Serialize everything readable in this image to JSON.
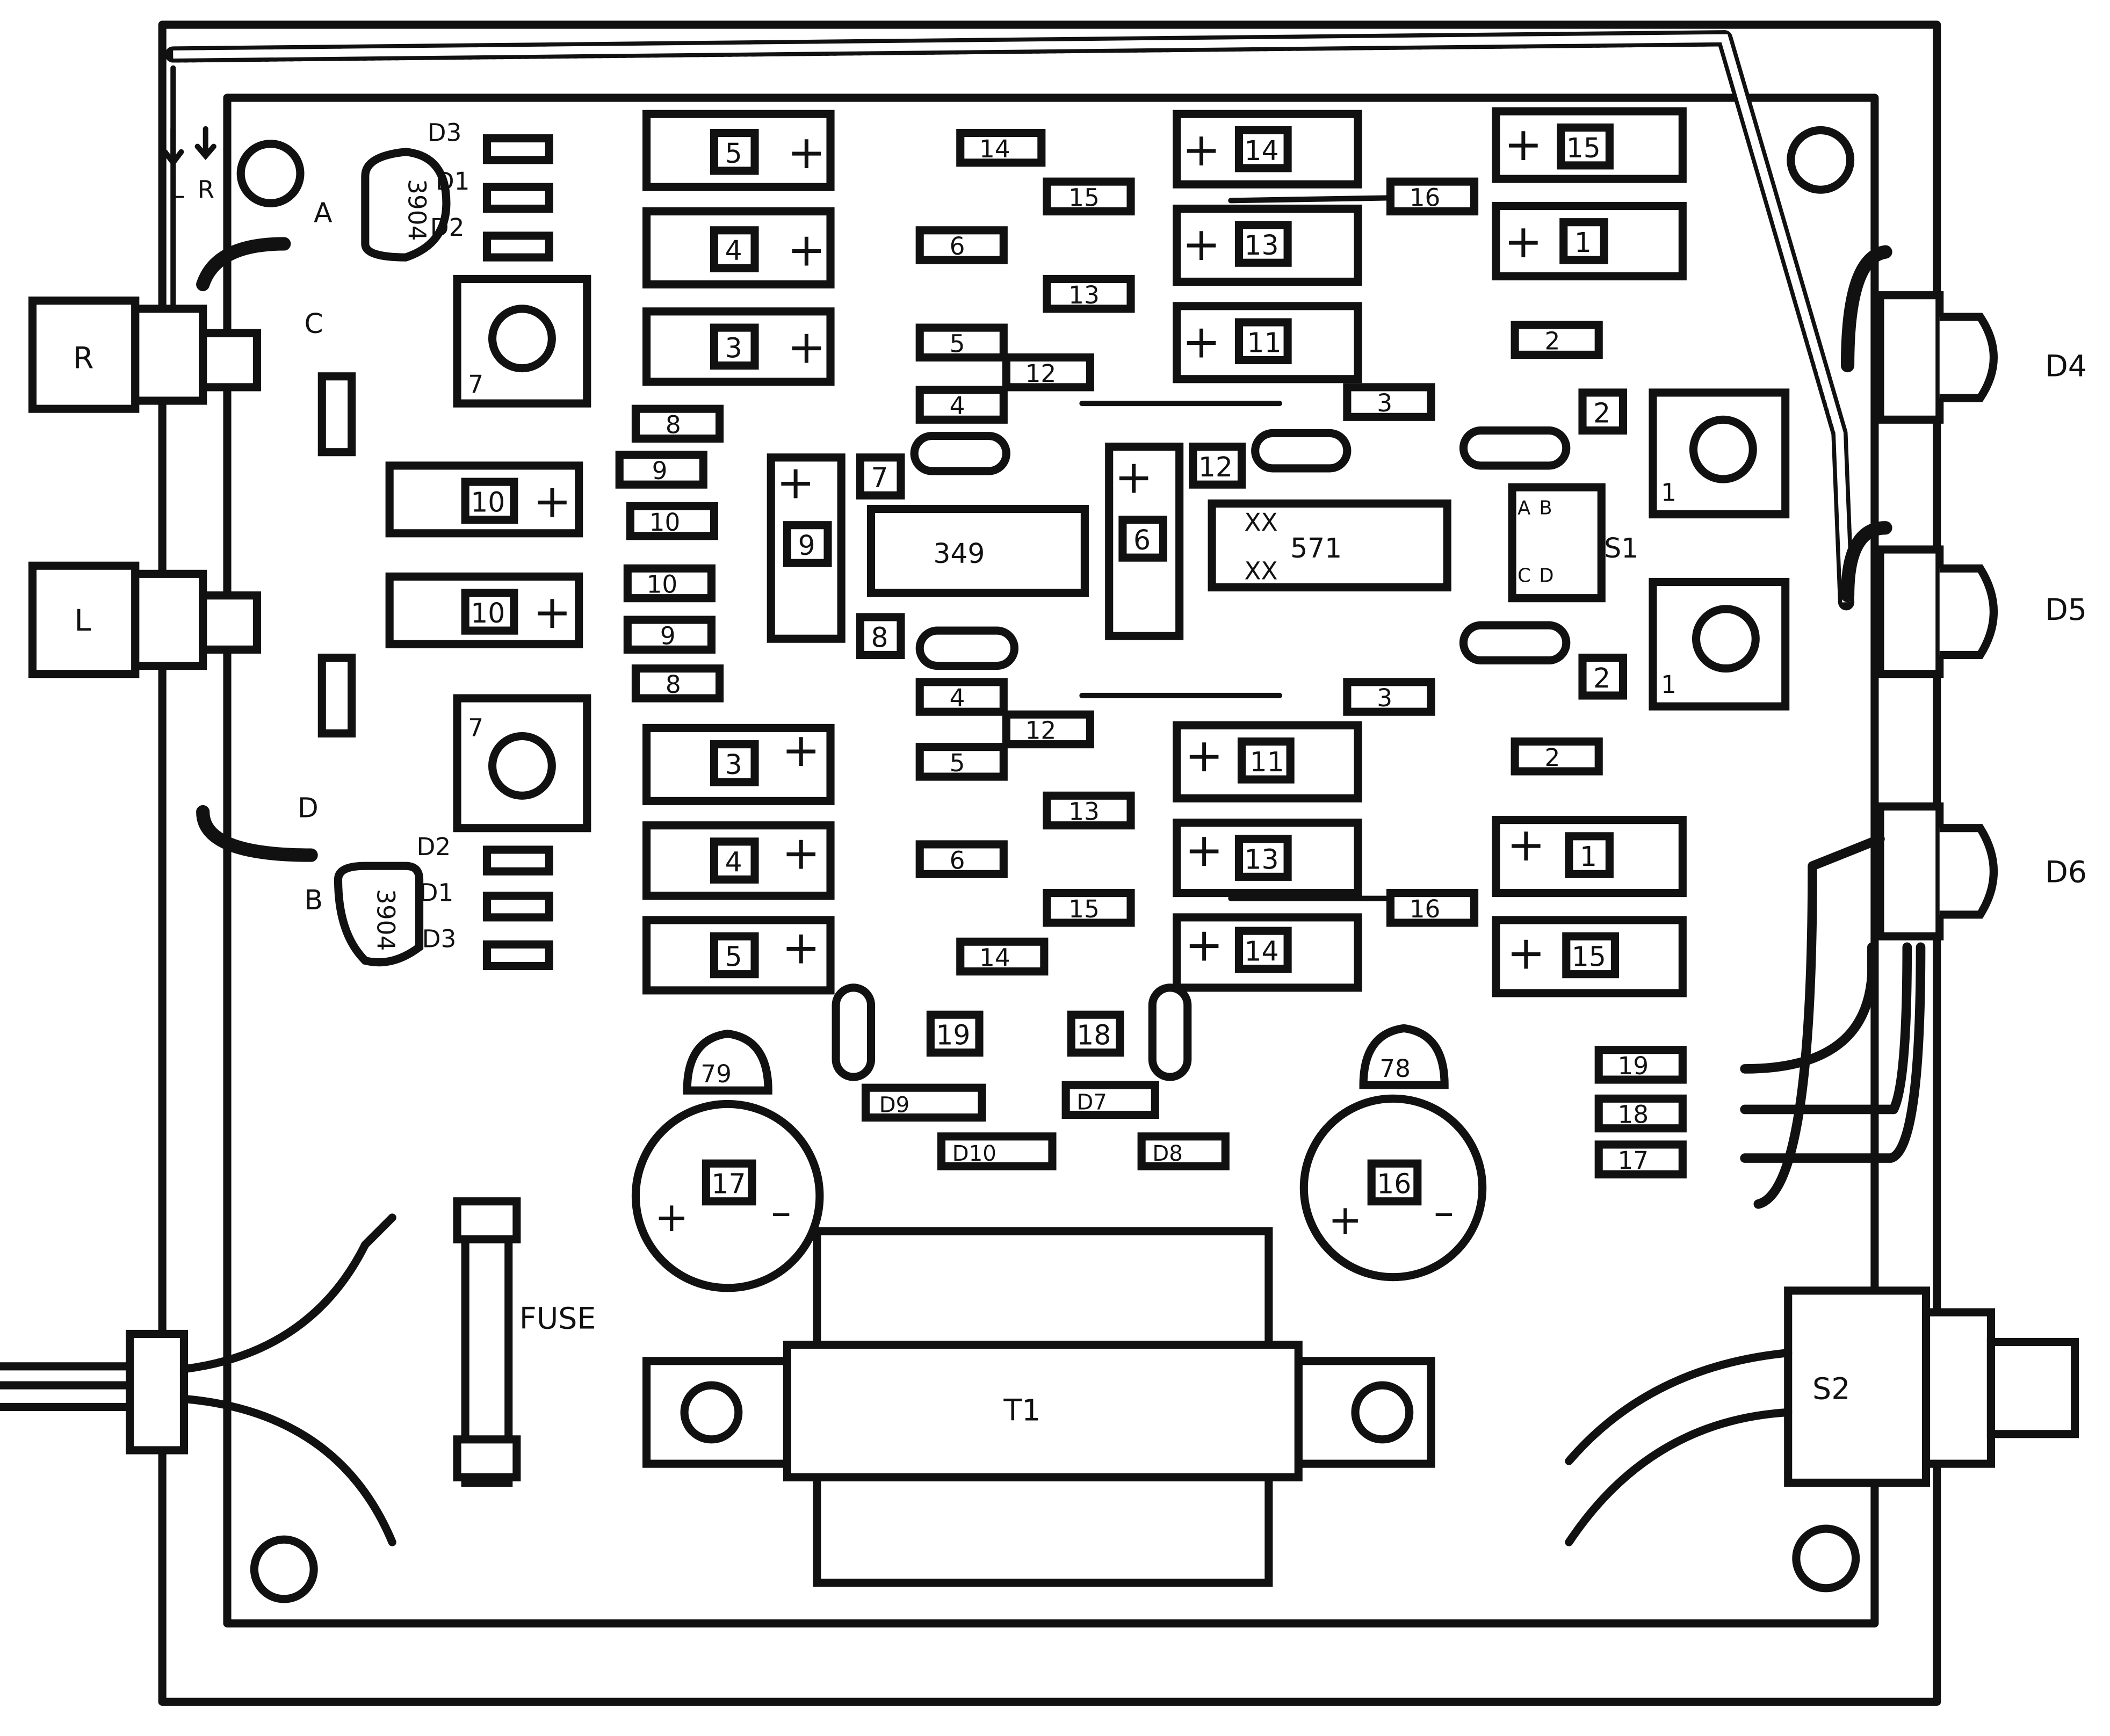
{
  "labels": {
    "L_top": "L",
    "R_top": "R",
    "A": "A",
    "B": "B",
    "C": "C",
    "D": "D",
    "D3a": "D3",
    "D1a": "D1",
    "D2a": "D2",
    "D2b": "D2",
    "D1b": "D1",
    "D3b": "D3",
    "D4": "D4",
    "D5": "D5",
    "D6": "D6",
    "S1": "S1",
    "S2": "S2",
    "T1": "T1",
    "fuse": "FUSE",
    "ic_3904_top": "3904",
    "ic_3904_bot": "3904",
    "ic_349": "349",
    "ic_571": "571",
    "xx_a": "XX",
    "xx_b": "XX",
    "reg_79": "79",
    "reg_78": "78",
    "jack_R": "R",
    "jack_L": "L",
    "trim7_top": "7",
    "trim7_bot": "7",
    "trim1_top": "1",
    "trim1_bot": "1",
    "switch_letters": [
      "A",
      "B",
      "C",
      "D"
    ],
    "cap_17": "17",
    "cap_16": "16",
    "diode_D9": "D9",
    "diode_D7": "D7",
    "diode_D10": "D10",
    "diode_D8": "D8",
    "plus": "+",
    "minus": "–"
  },
  "boxed_numbers": {
    "c5_top": "5",
    "c4_top": "4",
    "c3_top": "3",
    "c14_top": "14",
    "c13_top": "13",
    "c11_top": "11",
    "c15_top": "15",
    "c1_top": "1",
    "c10_a": "10",
    "c10_b": "10",
    "c9_mid": "9",
    "c6_mid": "6",
    "pad7": "7",
    "pad12": "12",
    "pad8": "8",
    "pad2_top": "2",
    "pad2_bot": "2",
    "c3_bot": "3",
    "c4_bot": "4",
    "c5_bot": "5",
    "c11_bot": "11",
    "c13_bot": "13",
    "c14_bot": "14",
    "c1_bot": "1",
    "c15_bot": "15",
    "pad19": "19",
    "pad18": "18"
  },
  "resistor_numbers": {
    "r14_top": "14",
    "r15_top": "15",
    "r16_top": "16",
    "r6_top": "6",
    "r13_top": "13",
    "r5_top": "5",
    "r2_top": "2",
    "r12_top": "12",
    "r4_top": "4",
    "r3_top": "3",
    "r8_a": "8",
    "r9_a": "9",
    "r10_a": "10",
    "r10_b": "10",
    "r9_b": "9",
    "r8_b": "8",
    "r4_bot": "4",
    "r3_bot": "3",
    "r12_bot": "12",
    "r5_bot": "5",
    "r2_bot": "2",
    "r13_bot": "13",
    "r6_bot": "6",
    "r15_bot": "15",
    "r16_bot": "16",
    "r14_bot": "14",
    "r19": "19",
    "r18": "18",
    "r17": "17"
  }
}
